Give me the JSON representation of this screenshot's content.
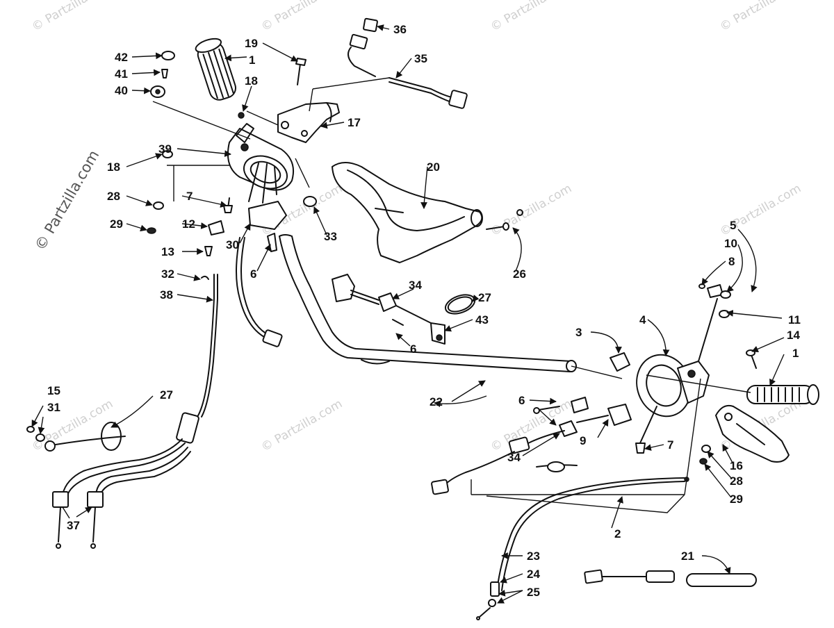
{
  "watermark": {
    "text": "© Partzilla.com",
    "short_text": "© Partzilla"
  },
  "callouts": {
    "c1a": "1",
    "c1b": "1",
    "c2": "2",
    "c3": "3",
    "c4": "4",
    "c5": "5",
    "c6a": "6",
    "c6b": "6",
    "c6c": "6",
    "c7a": "7",
    "c7b": "7",
    "c8": "8",
    "c9": "9",
    "c10": "10",
    "c11": "11",
    "c12": "12",
    "c13": "13",
    "c14": "14",
    "c15": "15",
    "c16": "16",
    "c17": "17",
    "c18a": "18",
    "c18b": "18",
    "c19": "19",
    "c20": "20",
    "c21": "21",
    "c22": "22",
    "c23": "23",
    "c24": "24",
    "c25": "25",
    "c26": "26",
    "c27a": "27",
    "c27b": "27",
    "c28a": "28",
    "c28b": "28",
    "c29a": "29",
    "c29b": "29",
    "c30": "30",
    "c31": "31",
    "c32": "32",
    "c33": "33",
    "c34a": "34",
    "c34b": "34",
    "c35": "35",
    "c36": "36",
    "c37": "37",
    "c38": "38",
    "c39": "39",
    "c40": "40",
    "c41": "41",
    "c42": "42",
    "c43": "43"
  }
}
